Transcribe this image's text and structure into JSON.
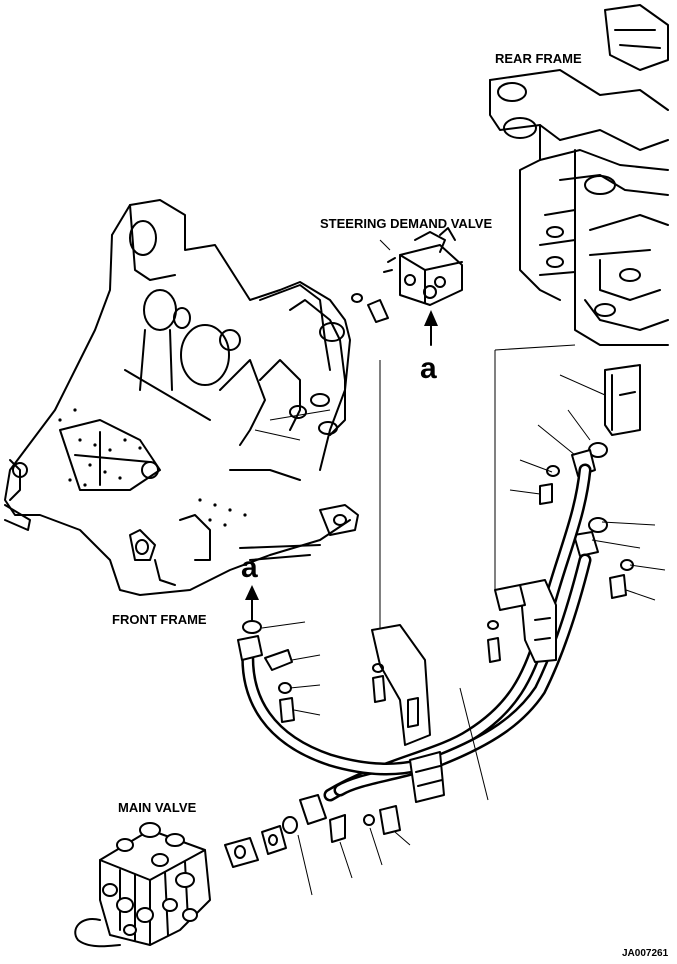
{
  "labels": {
    "rear_frame": "REAR FRAME",
    "steering_demand_valve": "STEERING DEMAND VALVE",
    "front_frame": "FRONT FRAME",
    "main_valve": "MAIN VALVE",
    "view_a_top": "a",
    "view_a_bottom": "a",
    "drawing_code": "JA007261"
  },
  "colors": {
    "ink": "#000000",
    "paper": "#ffffff"
  }
}
